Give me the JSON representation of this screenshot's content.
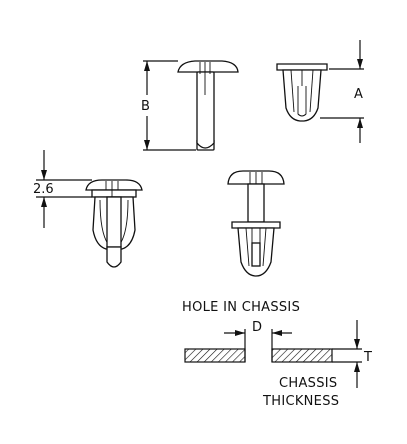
{
  "labels": {
    "a": "A",
    "b": "B",
    "head_height": "2.6",
    "d": "D",
    "t": "T",
    "hole_in_chassis": "HOLE IN CHASSIS",
    "chassis": "CHASSIS",
    "thickness": "THICKNESS"
  },
  "colors": {
    "line": "#111111",
    "background": "#ffffff"
  }
}
